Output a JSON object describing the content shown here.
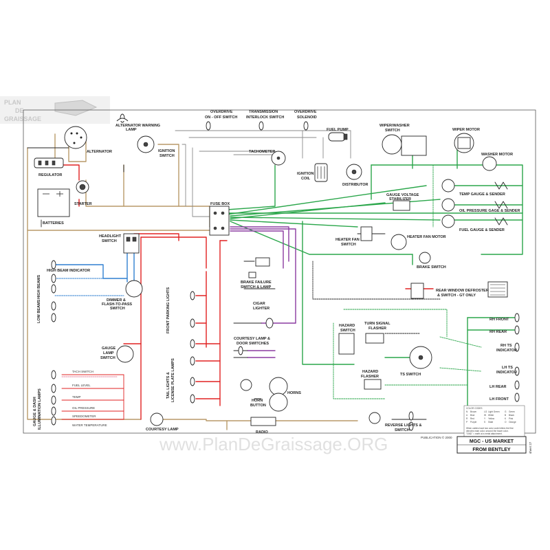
{
  "watermark": {
    "logo_line1": "PLAN",
    "logo_line2": "DE",
    "logo_line3": "GRAISSAGE",
    "bottom": "www.PlanDeGraissage.ORG"
  },
  "title": {
    "line1": "MGC - US MARKET",
    "line2": "FROM BENTLEY"
  },
  "sheet": "sheet 27",
  "publication": "PUBLICATION © 2000",
  "labels": {
    "alternator_warning_lamp": "ALTERNATOR WARNING",
    "alternator_warning_lamp2": "LAMP",
    "overdrive_switch1": "OVERDRIVE",
    "overdrive_switch2": "ON - OFF SWITCH",
    "transmission1": "TRANSMISSION",
    "transmission2": "INTERLOCK SWITCH",
    "overdrive_solenoid1": "OVERDRIVE",
    "overdrive_solenoid2": "SOLENOID",
    "fuel_pump": "FUEL PUMP",
    "wiper_switch1": "WIPER/WASHER",
    "wiper_switch2": "SWITCH",
    "wiper_motor": "WIPER MOTOR",
    "washer_motor": "WASHER MOTOR",
    "alternator": "ALTERNATOR",
    "ignition_switch1": "IGNITION",
    "ignition_switch2": "SWITCH",
    "tachometer": "TACHOMETER",
    "ignition_coil1": "IGNITION",
    "ignition_coil2": "COIL",
    "distributor": "DISTRIBUTOR",
    "regulator": "REGULATOR",
    "starter": "STARTER",
    "batteries": "BATTERIES",
    "fuse_box": "FUSE BOX",
    "gauge_voltage1": "GAUGE VOLTAGE",
    "gauge_voltage2": "STABILIZER",
    "temp_gauge": "TEMP GAUGE & SENDER",
    "oil_gauge": "OIL PRESSURE GAGE & SENDER",
    "fuel_gauge": "FUEL GAUGE & SENDER",
    "heater_fan_switch1": "HEATER FAN",
    "heater_fan_switch2": "SWITCH",
    "heater_fan_motor": "HEATER FAN MOTOR",
    "brake_switch": "BRAKE SWITCH",
    "headlight_switch1": "HEADLIGHT",
    "headlight_switch2": "SWITCH",
    "high_beam_indicator": "HIGH BEAM INDICATOR",
    "high_beams": "HIGH BEAMS",
    "low_beams": "LOW BEAMS",
    "dimmer1": "DIMMER &",
    "dimmer2": "FLASH-TO-PASS",
    "dimmer3": "SWITCH",
    "brake_failure1": "BRAKE FAILURE",
    "brake_failure2": "SWITCH & LAMP",
    "rear_defroster1": "REAR WINDOW DEFROSTER",
    "rear_defroster2": "& SWITCH - GT ONLY",
    "cigar1": "CIGAR",
    "cigar2": "LIGHTER",
    "front_parking": "FRONT PARKING LIGHTS",
    "courtesy_door1": "COURTESY LAMP &",
    "courtesy_door2": "DOOR SWITCHES",
    "hazard_switch1": "HAZARD",
    "hazard_switch2": "SWITCH",
    "turn_flasher1": "TURN SIGNAL",
    "turn_flasher2": "FLASHER",
    "rh_front": "RH FRONT",
    "rh_rear": "RH REAR",
    "rh_ts1": "RH TS",
    "rh_ts2": "INDICATOR",
    "gauge_lamp1": "GAUGE",
    "gauge_lamp2": "LAMP",
    "gauge_lamp3": "SWITCH",
    "tail_lights1": "TAIL LIGHTS &",
    "tail_lights2": "LICENSE PLATE LAMPS",
    "hazard_flasher1": "HAZARD",
    "hazard_flasher2": "FLASHER",
    "ts_switch": "TS SWITCH",
    "lh_ts1": "LH TS",
    "lh_ts2": "INDICATOR",
    "lh_rear": "LH REAR",
    "lh_front": "LH FRONT",
    "horn_button1": "HORN",
    "horn_button2": "BUTTON",
    "horns": "HORNS",
    "gauge_illum1": "GAUGE & DASH",
    "gauge_illum2": "ILLUMINATION LAMPS",
    "tach_switch": "TACH SWITCH",
    "fuel_level": "FUEL LEVEL",
    "temp": "TEMP",
    "oil_pressure": "OIL PRESSURE",
    "speedometer": "SPEEDOMETER",
    "water_temp": "WATER TEMPERATURE",
    "courtesy_lamp": "COURTESY LAMP",
    "radio": "RADIO",
    "reverse1": "REVERSE LIGHTS &",
    "reverse2": "SWITCH"
  },
  "legend": {
    "heading": "COLOR CODES",
    "rows": [
      [
        "N",
        "Brown",
        "LG",
        "Light Green",
        "G",
        "Green"
      ],
      [
        "U",
        "Blue",
        "W",
        "White",
        "B",
        "Black"
      ],
      [
        "R",
        "Red",
        "Y",
        "Yellow",
        "K",
        "Pink"
      ],
      [
        "P",
        "Purple",
        "S",
        "Slate",
        "O",
        "Orange"
      ]
    ],
    "note1": "When cables have two color code letters the first",
    "note2": "denotes main color, second the tracer color.",
    "note3": "\"GND\" = earth at a metal attachment."
  },
  "colors": {
    "brown": "#b89968",
    "red": "#e02020",
    "green": "#2aa64a",
    "blue": "#2f7fd0",
    "purple": "#8a3aa0",
    "black": "#222222",
    "gray": "#9a9a9a",
    "pink": "#e88aa0"
  }
}
